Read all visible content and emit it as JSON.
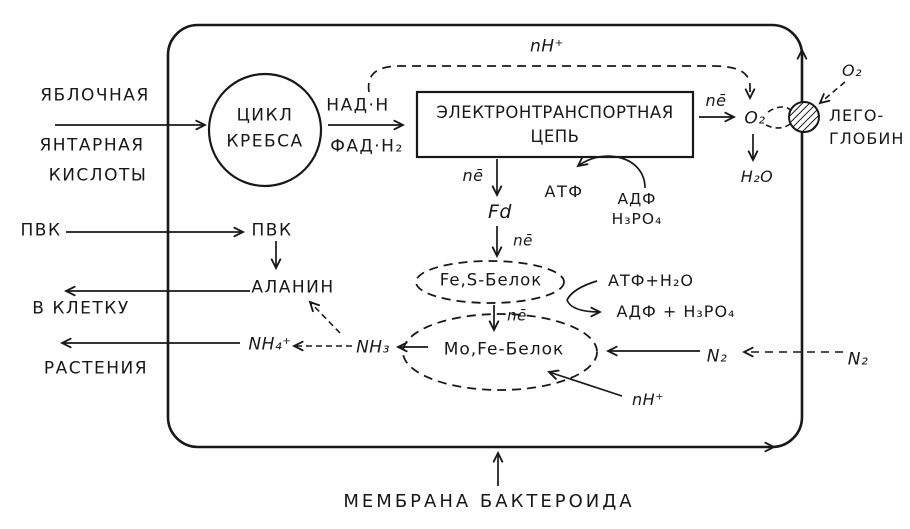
{
  "labels": {
    "malic_acid": "ЯБЛОЧНАЯ",
    "succinic_acid": "ЯНТАРНАЯ",
    "acids": "КИСЛОТЫ",
    "pvk_outside": "ПВК",
    "pvk_inside": "ПВК",
    "into_cell": "В КЛЕТКУ",
    "plants": "РАСТЕНИЯ",
    "alanine": "АЛАНИН",
    "ammonium": "NH₄⁺",
    "ammonia": "NH₃",
    "krebs_line1": "ЦИКЛ",
    "krebs_line2": "КРЕБСА",
    "nadh": "НАД·Н",
    "fadh2": "ФАД·Н₂",
    "etc_line1": "ЭЛЕКТРОНТРАНСПОРТНАЯ",
    "etc_line2": "ЦЕПЬ",
    "protons_top": "nH⁺",
    "protons_bottom": "nH⁺",
    "electrons_box_exit": "nē",
    "electrons_box_down": "nē",
    "electrons_fd_fes": "nē",
    "electrons_fes_mofe": "nē",
    "o2_inside": "O₂",
    "o2_outside": "O₂",
    "water": "H₂O",
    "leghemoglobin_line1": "ЛЕГО-",
    "leghemoglobin_line2": "ГЛОБИН",
    "atp": "АТФ",
    "adp": "АДФ",
    "phosphate": "H₃PO₄",
    "ferredoxin": "Fd",
    "fes_protein": "Fe,S-Белок",
    "atp_water": "АТФ+H₂O",
    "adp_phosphate": "АДФ + H₃PO₄",
    "mofe_protein": "Mo,Fe-Белок",
    "n2_inside": "N₂",
    "n2_outside": "N₂",
    "membrane_caption": "МЕМБРАНА БАКТЕРОИДА"
  },
  "colors": {
    "ink": "#181818",
    "background": "#ffffff"
  }
}
